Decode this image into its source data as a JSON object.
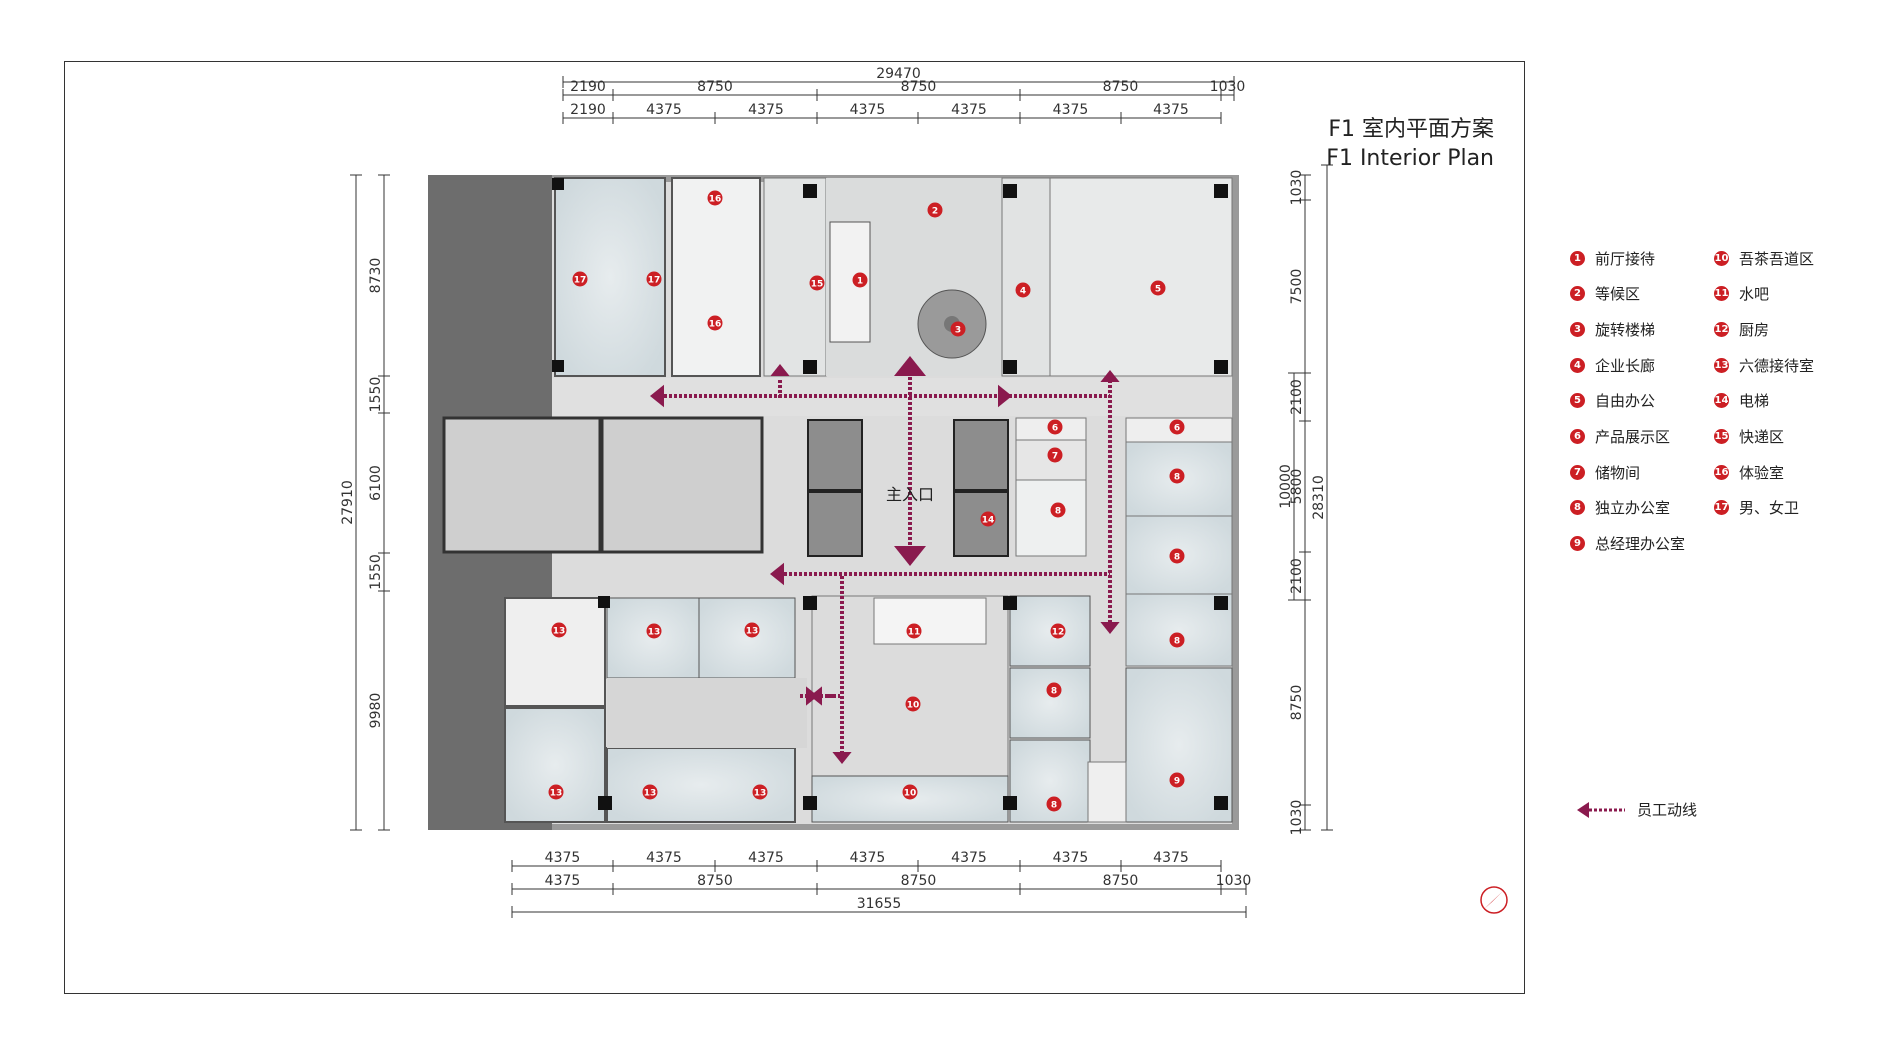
{
  "title": {
    "cn": "F1 室内平面方案",
    "en": "F1 Interior Plan"
  },
  "legend": [
    {
      "num": "1",
      "label": "前厅接待"
    },
    {
      "num": "2",
      "label": "等候区"
    },
    {
      "num": "3",
      "label": "旋转楼梯"
    },
    {
      "num": "4",
      "label": "企业长廊"
    },
    {
      "num": "5",
      "label": "自由办公"
    },
    {
      "num": "6",
      "label": "产品展示区"
    },
    {
      "num": "7",
      "label": "储物间"
    },
    {
      "num": "8",
      "label": "独立办公室"
    },
    {
      "num": "9",
      "label": "总经理办公室"
    },
    {
      "num": "10",
      "label": "吾茶吾道区"
    },
    {
      "num": "11",
      "label": "水吧"
    },
    {
      "num": "12",
      "label": "厨房"
    },
    {
      "num": "13",
      "label": "六德接待室"
    },
    {
      "num": "14",
      "label": "电梯"
    },
    {
      "num": "15",
      "label": "快递区"
    },
    {
      "num": "16",
      "label": "体验室"
    },
    {
      "num": "17",
      "label": "男、女卫"
    }
  ],
  "route_legend": "员工动线",
  "entrance_label": "主入口",
  "dimensions": {
    "top_total": "29470",
    "top_row1": [
      "2190",
      "8750",
      "8750",
      "8750",
      "1030"
    ],
    "top_row2": [
      "2190",
      "4375",
      "4375",
      "4375",
      "4375",
      "4375",
      "4375"
    ],
    "bottom_row1": [
      "4375",
      "4375",
      "4375",
      "4375",
      "4375",
      "4375",
      "4375"
    ],
    "bottom_row2": [
      "4375",
      "8750",
      "8750",
      "8750",
      "1030"
    ],
    "bottom_total": "31655",
    "left_total": "27910",
    "left_segments": [
      "8730",
      "1550",
      "6100",
      "1550",
      "9980"
    ],
    "right_segments": [
      "1030",
      "7500",
      "2100",
      "5800",
      "2100",
      "8750",
      "1030"
    ],
    "right_mid": "10000",
    "right_total": "28310"
  },
  "colors": {
    "badge": "#cc1f24",
    "route": "#8a1a4e",
    "wall": "#5b5b5b",
    "floor": "#d6d6d6",
    "room_tint": "#c9d8df"
  },
  "icons": {
    "north_arrow": "north-arrow-icon"
  }
}
